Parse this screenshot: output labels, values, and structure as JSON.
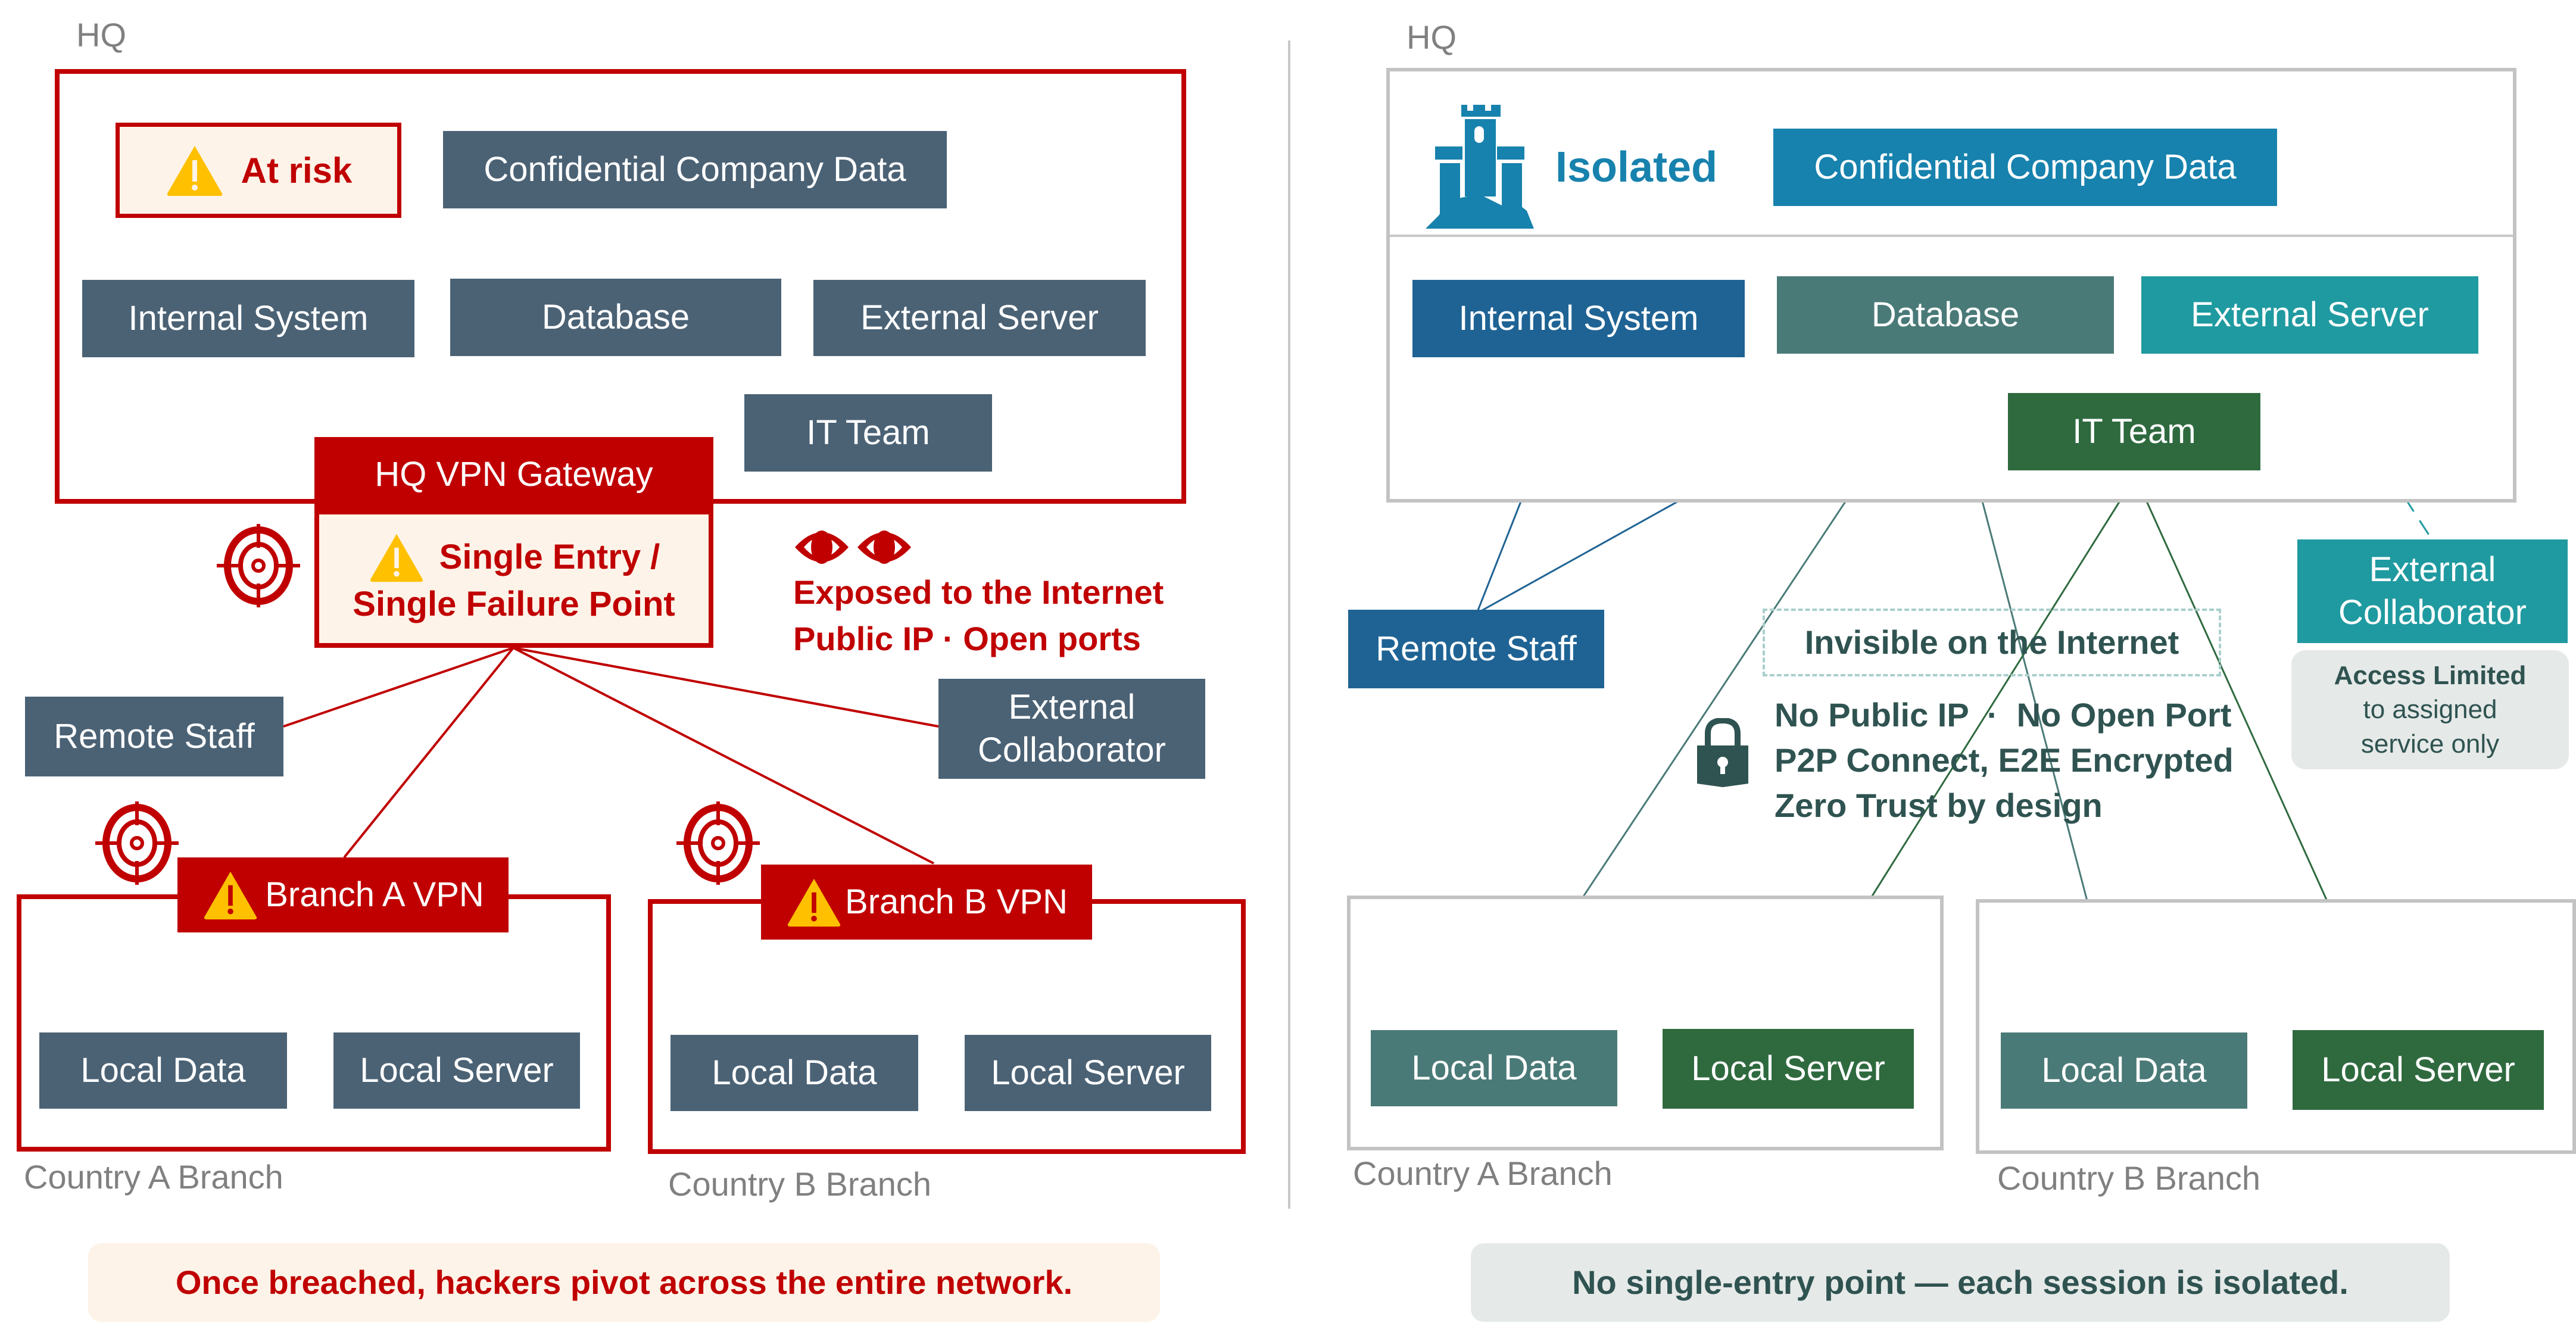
{
  "left": {
    "hq_label": "HQ",
    "at_risk_label": "At risk",
    "confidential": "Confidential Company Data",
    "internal_system": "Internal System",
    "database": "Database",
    "external_server": "External Server",
    "it_team": "IT  Team",
    "gateway_title": "HQ VPN Gateway",
    "gateway_warning_line1": "Single Entry /",
    "gateway_warning_line2": "Single Failure Point",
    "exposed_line1": "Exposed to the Internet",
    "exposed_line2": "Public IP · Open ports",
    "remote_staff": "Remote Staff",
    "external_collaborator_line1": "External",
    "external_collaborator_line2": "Collaborator",
    "branch_a_vpn": "Branch A VPN",
    "branch_b_vpn": "Branch B VPN",
    "branch_a": {
      "local_data": "Local Data",
      "local_server": "Local Server",
      "label": "Country A Branch"
    },
    "branch_b": {
      "local_data": "Local Data",
      "local_server": "Local Server",
      "label": "Country B Branch"
    },
    "footer": "Once breached, hackers pivot across the entire network."
  },
  "right": {
    "hq_label": "HQ",
    "isolated_label": "Isolated",
    "confidential": "Confidential Company Data",
    "internal_system": "Internal System",
    "database": "Database",
    "external_server": "External Server",
    "it_team": "IT  Team",
    "remote_staff": "Remote Staff",
    "invisible": "Invisible on the Internet",
    "features": [
      "No Public IP  ·  No Open Port",
      "P2P Connect, E2E Encrypted",
      "Zero Trust by design"
    ],
    "external_collaborator_line1": "External",
    "external_collaborator_line2": "Collaborator",
    "access_limited_title": "Access Limited",
    "access_limited_line1": "to assigned",
    "access_limited_line2": "service only",
    "branch_a": {
      "local_data": "Local Data",
      "local_server": "Local Server",
      "label": "Country A Branch"
    },
    "branch_b": {
      "local_data": "Local Data",
      "local_server": "Local Server",
      "label": "Country B Branch"
    },
    "footer": "No single-entry point — each session is isolated."
  },
  "colors": {
    "risk_red": "#c00000",
    "slate": "#4b6275",
    "cream": "#fdf3e8",
    "warning_yellow": "#ffc000",
    "iso_blue": "#1782ad",
    "internal_blue": "#1f6394",
    "db_teal": "#4a7a77",
    "ext_teal": "#1f9aa0",
    "it_green": "#2f6a3f",
    "dark_green_text": "#2f5350",
    "panel_grey": "#e5e9e8"
  }
}
